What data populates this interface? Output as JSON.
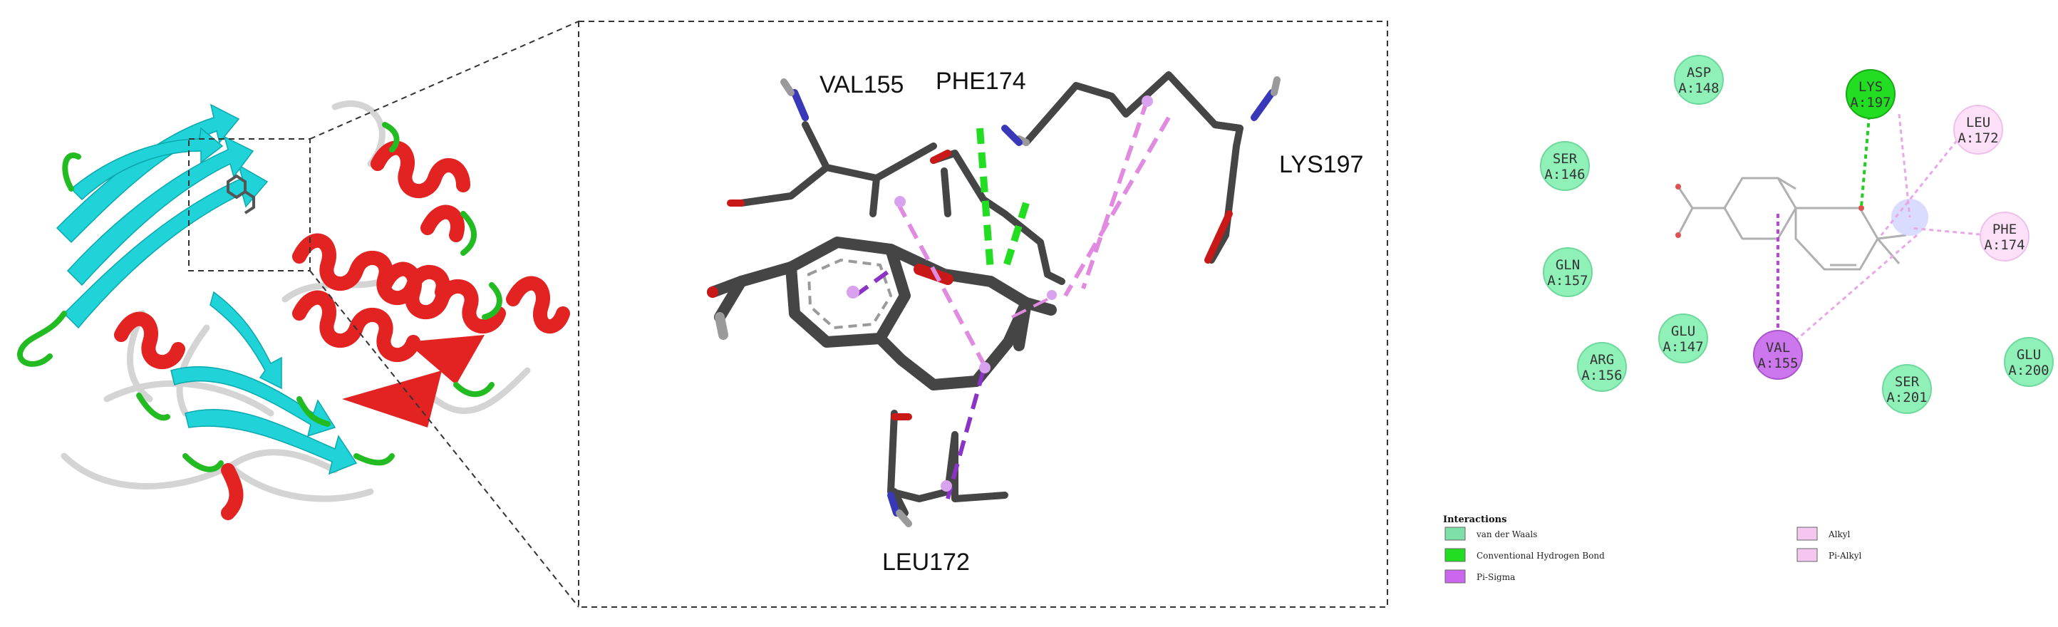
{
  "panel_3d": {
    "residue_labels": {
      "val155": "VAL155",
      "phe174": "PHE174",
      "lys197": "LYS197",
      "leu172": "LEU172"
    }
  },
  "panel_2d": {
    "residues": [
      {
        "id": "asp148",
        "name": "ASP",
        "code": "A:148",
        "type": "van der Waals"
      },
      {
        "id": "lys197",
        "name": "LYS",
        "code": "A:197",
        "type": "Conventional Hydrogen Bond"
      },
      {
        "id": "leu172",
        "name": "LEU",
        "code": "A:172",
        "type": "Alkyl"
      },
      {
        "id": "ser146",
        "name": "SER",
        "code": "A:146",
        "type": "van der Waals"
      },
      {
        "id": "gln157",
        "name": "GLN",
        "code": "A:157",
        "type": "van der Waals"
      },
      {
        "id": "phe174",
        "name": "PHE",
        "code": "A:174",
        "type": "Pi-Alkyl"
      },
      {
        "id": "glu147",
        "name": "GLU",
        "code": "A:147",
        "type": "van der Waals"
      },
      {
        "id": "arg156",
        "name": "ARG",
        "code": "A:156",
        "type": "van der Waals"
      },
      {
        "id": "val155",
        "name": "VAL",
        "code": "A:155",
        "type": "Pi-Sigma"
      },
      {
        "id": "ser201",
        "name": "SER",
        "code": "A:201",
        "type": "van der Waals"
      },
      {
        "id": "glu200",
        "name": "GLU",
        "code": "A:200",
        "type": "van der Waals"
      }
    ],
    "legend": {
      "title": "Interactions",
      "items": [
        {
          "label": "van der Waals",
          "color": "#7ee0a8"
        },
        {
          "label": "Conventional Hydrogen Bond",
          "color": "#22dd22"
        },
        {
          "label": "Pi-Sigma",
          "color": "#cc66ee"
        },
        {
          "label": "Alkyl",
          "color": "#f4c6f0"
        },
        {
          "label": "Pi-Alkyl",
          "color": "#f4c6f0"
        }
      ]
    }
  },
  "colors": {
    "helix": "#e32222",
    "sheet": "#1fd3d8",
    "turn": "#22bb22",
    "coil": "#d6d6d6",
    "stick": "#454545",
    "hbond": "#22dd22",
    "pi_sigma": "#8a33c6",
    "alkyl": "#e08be0"
  }
}
